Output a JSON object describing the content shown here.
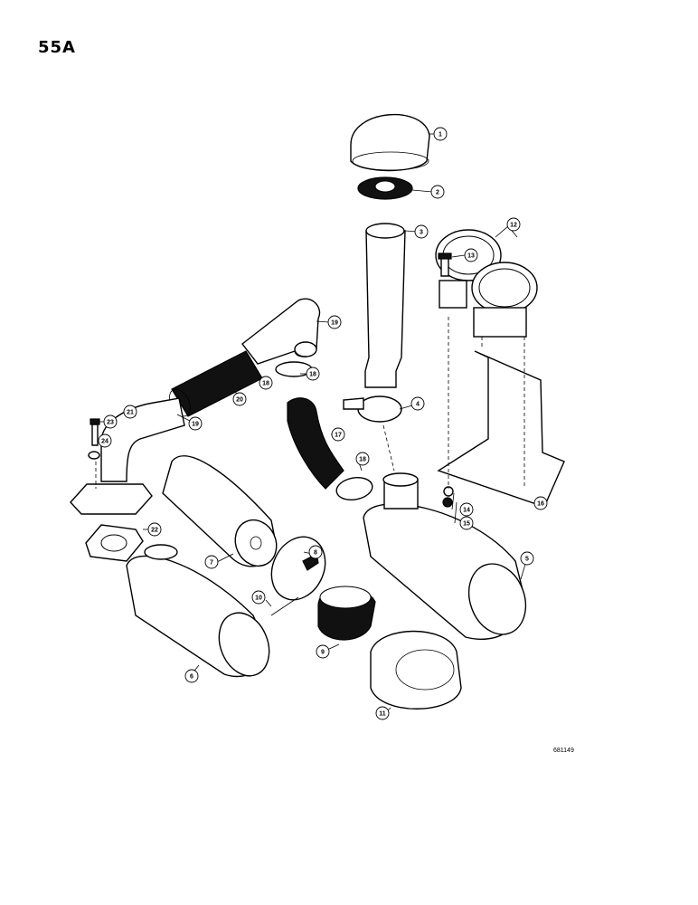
{
  "page_number": "55A",
  "figure_id": "681149",
  "callouts": [
    {
      "ref": "1"
    },
    {
      "ref": "2"
    },
    {
      "ref": "3"
    },
    {
      "ref": "4"
    },
    {
      "ref": "5"
    },
    {
      "ref": "6"
    },
    {
      "ref": "7"
    },
    {
      "ref": "8"
    },
    {
      "ref": "9"
    },
    {
      "ref": "10"
    },
    {
      "ref": "11"
    },
    {
      "ref": "12"
    },
    {
      "ref": "13"
    },
    {
      "ref": "14"
    },
    {
      "ref": "15"
    },
    {
      "ref": "16"
    },
    {
      "ref": "17"
    },
    {
      "ref": "18"
    },
    {
      "ref": "18"
    },
    {
      "ref": "18"
    },
    {
      "ref": "19"
    },
    {
      "ref": "19"
    },
    {
      "ref": "20"
    },
    {
      "ref": "21"
    },
    {
      "ref": "22"
    },
    {
      "ref": "23"
    },
    {
      "ref": "24"
    }
  ]
}
